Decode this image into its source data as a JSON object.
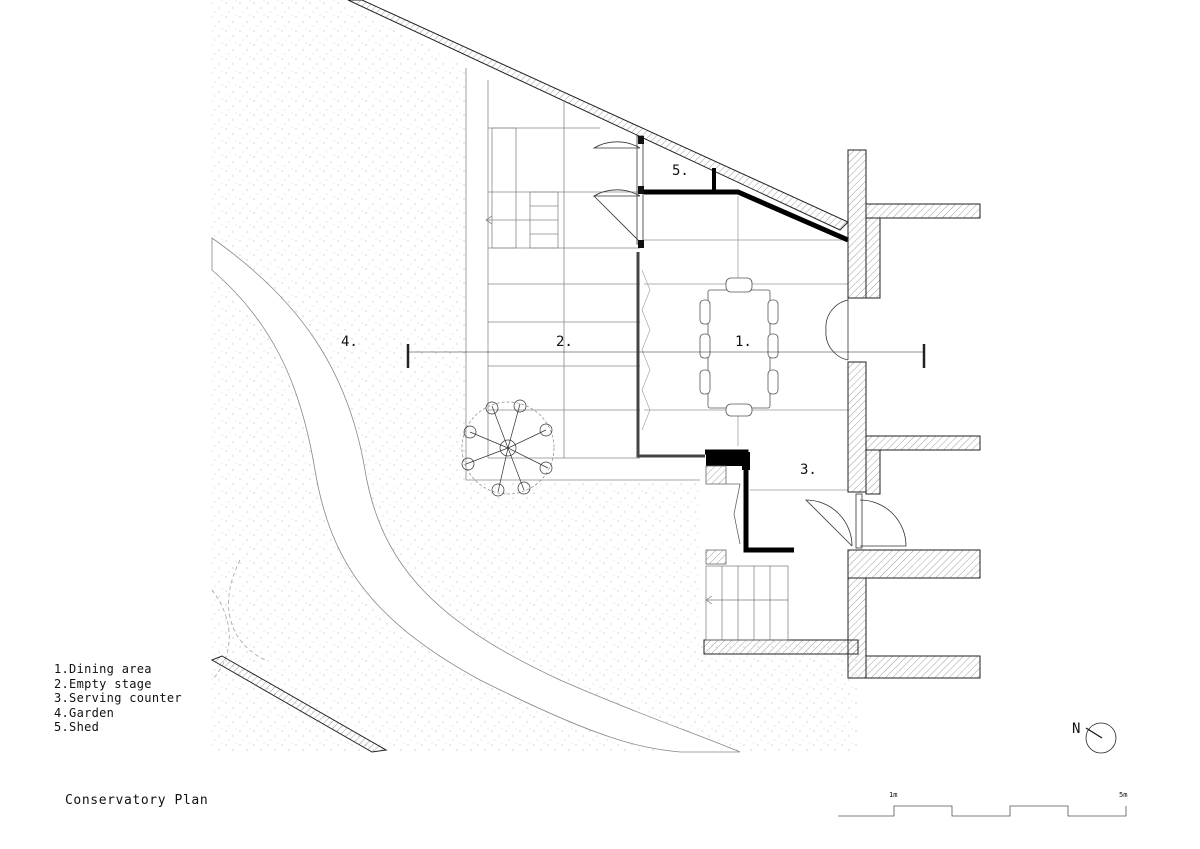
{
  "title": "Conservatory Plan",
  "legend": {
    "items": [
      "1.Dining area",
      "2.Empty stage",
      "3.Serving counter",
      "4.Garden",
      "5.Shed"
    ]
  },
  "rooms": {
    "dining": "1.",
    "stage": "2.",
    "counter": "3.",
    "garden": "4.",
    "shed": "5."
  },
  "north": {
    "label": "N"
  },
  "scale_bar": {
    "start_label": "1m",
    "end_label": "5m"
  },
  "colors": {
    "ink": "#111111",
    "line": "#888888",
    "stipple": "#b4b4b4",
    "paper": "#ffffff"
  }
}
